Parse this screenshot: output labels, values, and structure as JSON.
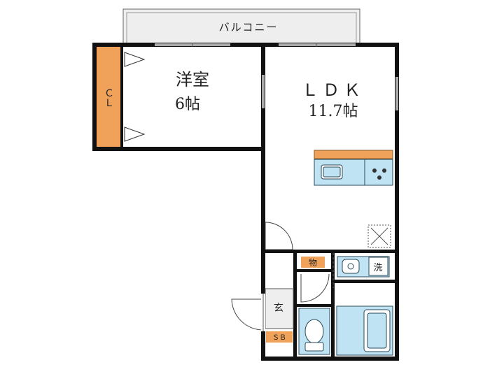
{
  "rooms": {
    "balcony": "バルコニー",
    "closet": "ＣＬ",
    "western_room": {
      "name": "洋室",
      "size": "6帖"
    },
    "ldk": {
      "name": "ＬＤＫ",
      "size": "11.7帖"
    },
    "storage": "物",
    "laundry": "洗",
    "entrance": "玄",
    "shoe_box": "ＳＢ"
  },
  "colors": {
    "wall": "#111111",
    "closet_fill": "#f0a25a",
    "counter_fill": "#f0a25a",
    "water_fixture_fill": "#bfe3f3",
    "water_fixture_stroke": "#2a4a5a",
    "balcony_fill": "#eeeeee",
    "label_fill": "#f0a25a"
  },
  "icons": [
    "sliding-window",
    "door-swing",
    "sink",
    "stove",
    "toilet",
    "bathtub",
    "washing-machine-pan",
    "ventilation-fan"
  ]
}
